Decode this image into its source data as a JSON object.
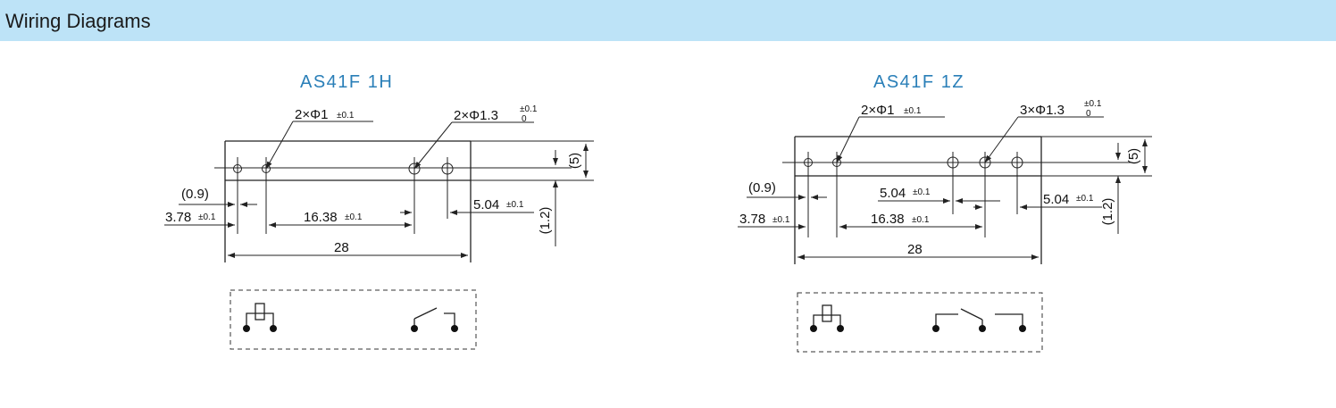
{
  "header": {
    "title": "Wiring Diagrams"
  },
  "colors": {
    "header_bg": "#bde3f7",
    "model_title": "#2a7fb8"
  },
  "diagram_1h": {
    "title": "AS41F  1H",
    "hole_small": "2×Φ1",
    "hole_small_tol": "±0.1",
    "hole_large": "2×Φ1.3",
    "hole_large_tol_top": "±0.1",
    "hole_large_tol_bottom": "0",
    "dim_09": "(0.9)",
    "dim_378": "3.78",
    "dim_378_tol": "±0.1",
    "dim_1638": "16.38",
    "dim_1638_tol": "±0.1",
    "dim_504": "5.04",
    "dim_504_tol": "±0.1",
    "dim_28": "28",
    "dim_5": "(5)",
    "dim_12": "(1.2)"
  },
  "diagram_1z": {
    "title": "AS41F  1Z",
    "hole_small": "2×Φ1",
    "hole_small_tol": "±0.1",
    "hole_large": "3×Φ1.3",
    "hole_large_tol_top": "±0.1",
    "hole_large_tol_bottom": "0",
    "dim_09": "(0.9)",
    "dim_378": "3.78",
    "dim_378_tol": "±0.1",
    "dim_504a": "5.04",
    "dim_504a_tol": "±0.1",
    "dim_504b": "5.04",
    "dim_504b_tol": "±0.1",
    "dim_1638": "16.38",
    "dim_1638_tol": "±0.1",
    "dim_28": "28",
    "dim_5": "(5)",
    "dim_12": "(1.2)"
  }
}
